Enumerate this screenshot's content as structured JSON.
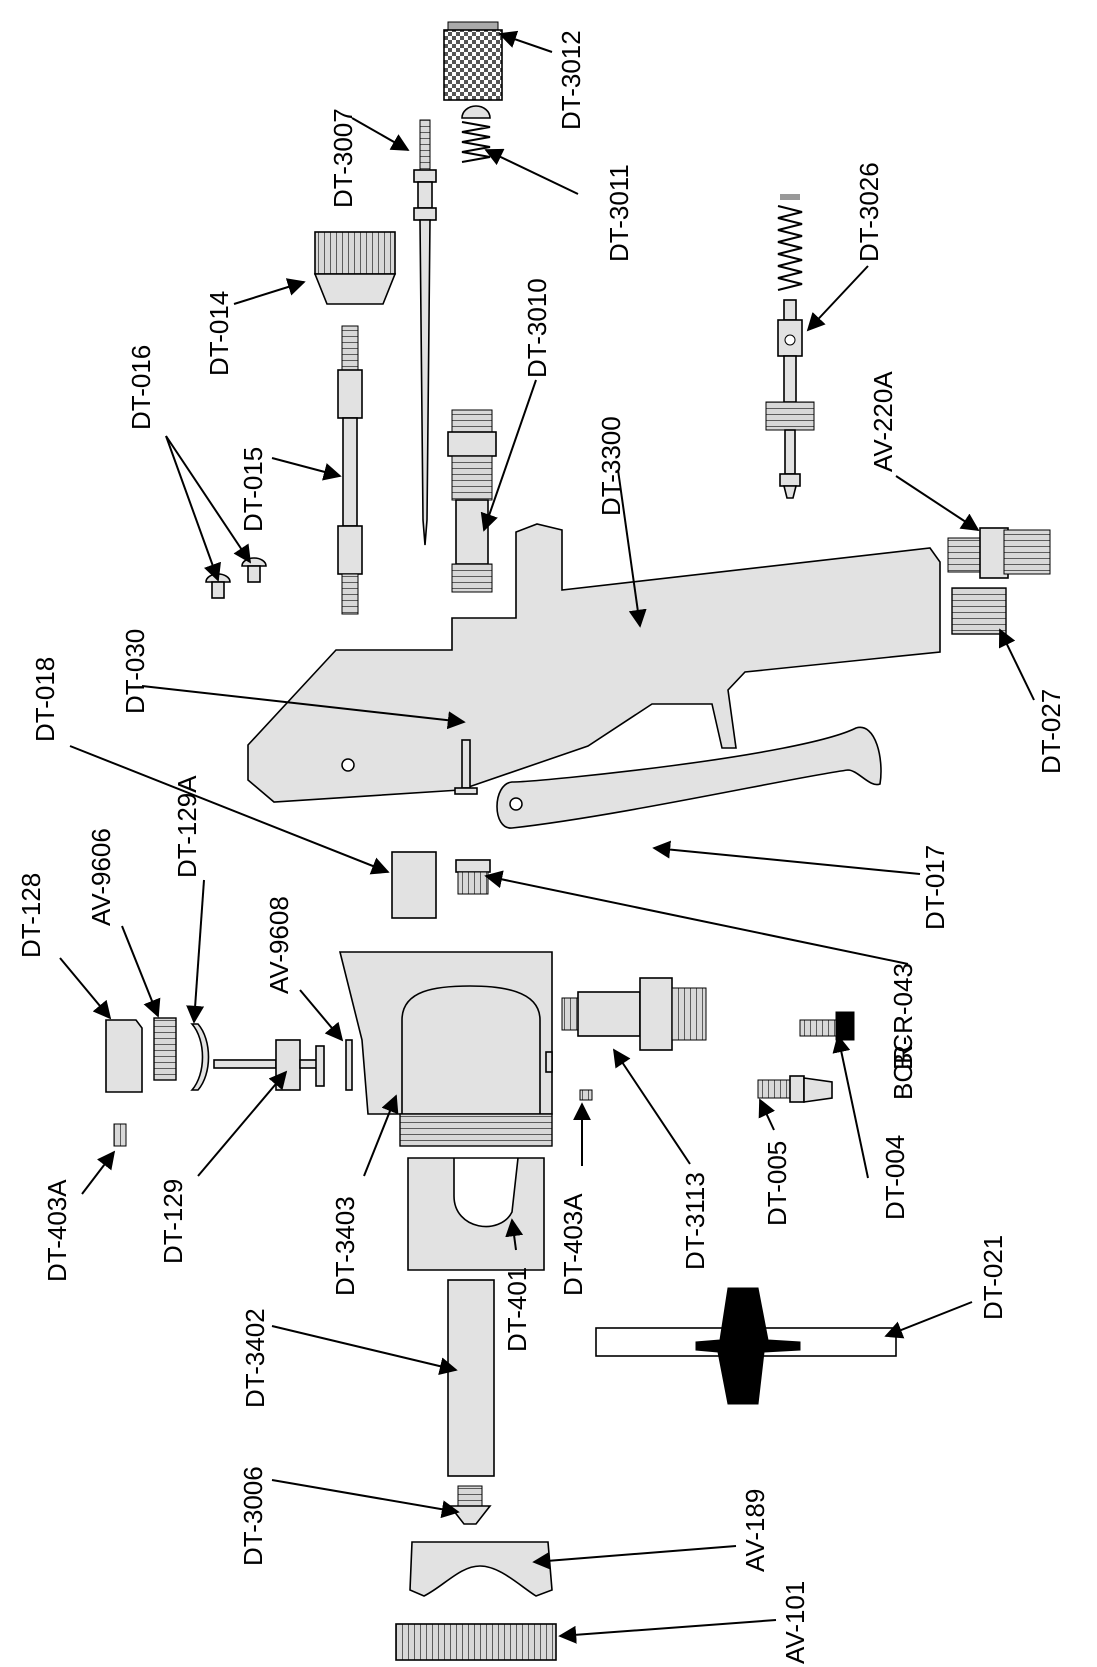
{
  "diagram": {
    "colors": {
      "part_fill": "#e2e2e2",
      "outline": "#000000",
      "thread": "#cfcfcf",
      "background": "#ffffff"
    },
    "labels": {
      "dt3012": "DT-3012",
      "dt3011": "DT-3011",
      "dt3007": "DT-3007",
      "dt3026": "DT-3026",
      "dt014": "DT-014",
      "dt3010": "DT-3010",
      "dt016": "DT-016",
      "dt015": "DT-015",
      "dt3300": "DT-3300",
      "av220a": "AV-220A",
      "dt030": "DT-030",
      "dt018": "DT-018",
      "dt027": "DT-027",
      "dt017": "DT-017",
      "av9606": "AV-9606",
      "dt129a": "DT-129A",
      "dt128": "DT-128",
      "av9608": "AV-9608",
      "bcr043": "BCR-043",
      "bcr": "BCR-",
      "dt004": "DT-004",
      "dt3113": "DT-3113",
      "dt005": "DT-005",
      "dt403a_left": "DT-403A",
      "dt129": "DT-129",
      "dt3403": "DT-3403",
      "dt403a_right": "DT-403A",
      "dt401": "DT-401",
      "dt3402": "DT-3402",
      "dt021": "DT-021",
      "dt3006": "DT-3006",
      "av189": "AV-189",
      "av101": "AV-101"
    }
  }
}
